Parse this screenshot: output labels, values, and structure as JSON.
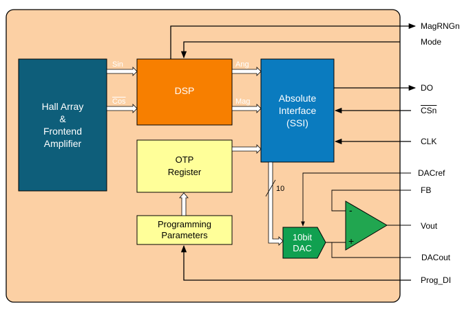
{
  "blocks": {
    "hall": {
      "line1": "Hall Array",
      "line2": "&",
      "line3": "Frontend",
      "line4": "Amplifier"
    },
    "dsp": {
      "label": "DSP"
    },
    "ssi": {
      "line1": "Absolute",
      "line2": "Interface",
      "line3": "(SSI)"
    },
    "otp": {
      "line1": "OTP",
      "line2": "Register"
    },
    "prog": {
      "line1": "Programming",
      "line2": "Parameters"
    },
    "dac": {
      "line1": "10bit",
      "line2": "DAC"
    }
  },
  "internal_labels": {
    "sin": "Sin",
    "cos": "Cos",
    "ang": "Ang",
    "mag": "Mag",
    "bus_width": "10",
    "opamp_minus": "-",
    "opamp_plus": "+"
  },
  "pins": {
    "magrngn": "MagRNGn",
    "mode": "Mode",
    "do": "DO",
    "csn": "CSn",
    "clk": "CLK",
    "dacref": "DACref",
    "fb": "FB",
    "vout": "Vout",
    "dacout": "DACout",
    "prog_di": "Prog_DI"
  },
  "colors": {
    "chip_bg": "#fcd0a4",
    "hall": "#0e5e7a",
    "dsp": "#f77f00",
    "ssi": "#0a7bbf",
    "otp": "#ffff99",
    "dac": "#10a050",
    "opamp": "#21a650"
  }
}
